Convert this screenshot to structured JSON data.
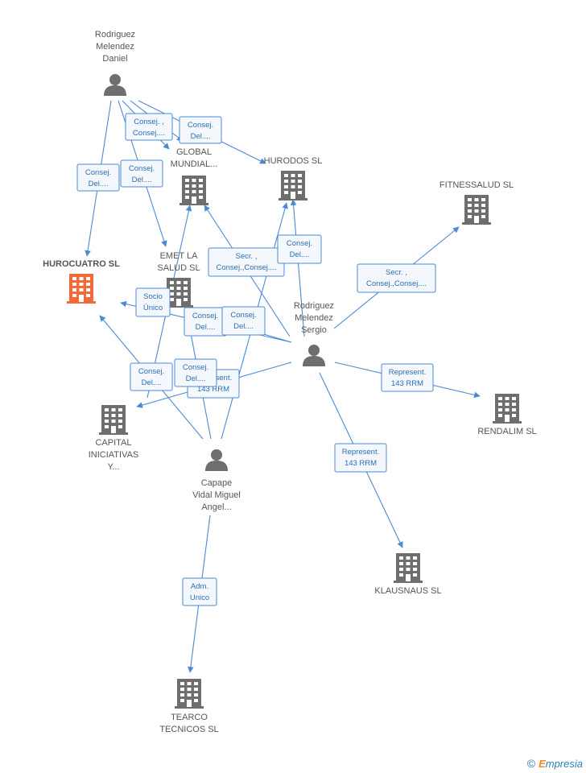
{
  "colors": {
    "edge": "#4a8ad4",
    "box_border": "#4a8ad4",
    "box_fill": "#f4f8fc",
    "building": "#6e6e6e",
    "building_focus": "#f26a3a",
    "person": "#6e6e6e"
  },
  "nodes": [
    {
      "id": "rodriguez_daniel",
      "kind": "person",
      "label": [
        "Rodriguez",
        "Melendez",
        "Daniel"
      ]
    },
    {
      "id": "rodriguez_sergio",
      "kind": "person",
      "label": [
        "Rodriguez",
        "Melendez",
        "Sergio"
      ]
    },
    {
      "id": "capape",
      "kind": "person",
      "label": [
        "Capape",
        "Vidal Miguel",
        "Angel..."
      ]
    },
    {
      "id": "hurocuatro",
      "kind": "company",
      "focus": true,
      "label": [
        "HUROCUATRO SL"
      ]
    },
    {
      "id": "global",
      "kind": "company",
      "label": [
        "GLOBAL",
        "MUNDIAL..."
      ]
    },
    {
      "id": "hurodos",
      "kind": "company",
      "label": [
        "HURODOS SL"
      ]
    },
    {
      "id": "fitnessalud",
      "kind": "company",
      "label": [
        "FITNESSALUD SL"
      ]
    },
    {
      "id": "emet",
      "kind": "company",
      "label": [
        "EMET LA",
        "SALUD SL"
      ]
    },
    {
      "id": "rendalim",
      "kind": "company",
      "label": [
        "RENDALIM SL"
      ]
    },
    {
      "id": "klausnaus",
      "kind": "company",
      "label": [
        "KLAUSNAUS SL"
      ]
    },
    {
      "id": "capital",
      "kind": "company",
      "label": [
        "CAPITAL",
        "INICIATIVAS",
        "Y..."
      ]
    },
    {
      "id": "tearco",
      "kind": "company",
      "label": [
        "TEARCO",
        "TECNICOS SL"
      ]
    }
  ],
  "edge_labels": [
    {
      "id": "d_hurocuatro",
      "lines": [
        "Consej.",
        "Del...."
      ]
    },
    {
      "id": "d_global_a",
      "lines": [
        "Consej. ,",
        "Consej...."
      ]
    },
    {
      "id": "d_hurodos",
      "lines": [
        "Consej.",
        "Del...."
      ]
    },
    {
      "id": "d_emet",
      "lines": [
        "Consej.",
        "Del...."
      ]
    },
    {
      "id": "s_global",
      "lines": [
        "Secr. ,",
        "Consej.,Consej...."
      ]
    },
    {
      "id": "s_hurodos",
      "lines": [
        "Consej.",
        "Del...."
      ]
    },
    {
      "id": "s_fitness",
      "lines": [
        "Secr. ,",
        "Consej.,Consej...."
      ]
    },
    {
      "id": "c_hurocuatro",
      "lines": [
        "Socio",
        "Único"
      ]
    },
    {
      "id": "s_emet",
      "lines": [
        "Consej.",
        "Del...."
      ]
    },
    {
      "id": "s_hurocuatro",
      "lines": [
        "Consej.",
        "Del...."
      ]
    },
    {
      "id": "s_capital",
      "lines": [
        "Represent.",
        "143 RRM"
      ]
    },
    {
      "id": "c_capital",
      "lines": [
        "Consej.",
        "Del...."
      ]
    },
    {
      "id": "c_emet",
      "lines": [
        "Consej.",
        "Del...."
      ]
    },
    {
      "id": "s_rendalim",
      "lines": [
        "Represent.",
        "143 RRM"
      ]
    },
    {
      "id": "s_klausnaus",
      "lines": [
        "Represent.",
        "143 RRM"
      ]
    },
    {
      "id": "c_tearco",
      "lines": [
        "Adm.",
        "Unico"
      ]
    }
  ],
  "footer": {
    "copyright": "©",
    "brand_first": "E",
    "brand_rest": "mpresia"
  }
}
